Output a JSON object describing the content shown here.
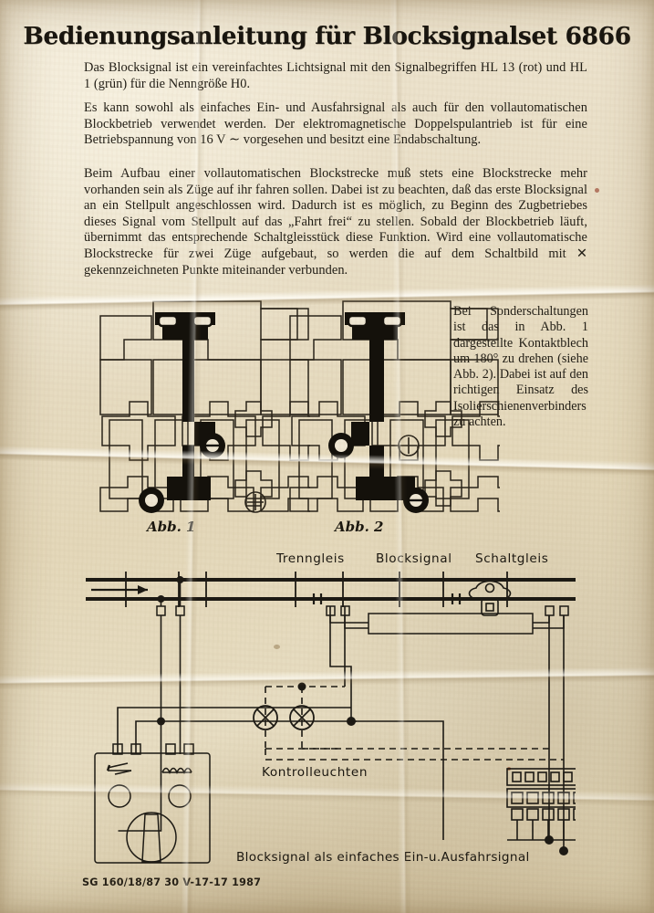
{
  "document": {
    "title": "Bedienungsanleitung für Blocksignalset 6866",
    "imprint": "SG 160/18/87 30 V-17-17 1987"
  },
  "body": {
    "p1": "Das Blocksignal ist ein vereinfachtes Lichtsignal mit den Signalbegriffen HL 13 (rot) und HL 1 (grün) für die Nenngröße H0.",
    "p2": "Es kann sowohl als einfaches Ein- und Ausfahrsignal als auch für den vollautomatischen Blockbetrieb verwendet werden. Der elektromagnetische Doppelspulantrieb ist für eine Betriebspannung von 16 V ∼ vorgesehen und besitzt eine Endabschaltung.",
    "p3": "Beim Aufbau einer vollautomatischen Blockstrecke muß stets eine Blockstrecke mehr vorhanden sein als Züge auf ihr fahren sollen. Dabei ist zu beachten, daß das erste Blocksignal an ein Stellpult angeschlossen wird. Dadurch ist es möglich, zu Beginn des Zugbetriebes dieses Signal vom Stellpult auf das „Fahrt frei“ zu stellen. Sobald der Blockbetrieb läuft, übernimmt das entsprechende Schaltgleisstück diese Funktion. Wird eine vollautomatische Blockstrecke für zwei Züge aufgebaut, so werden die auf dem Schaltbild mit ✕ gekennzeichneten Punkte miteinander verbunden.",
    "side_note": "Bei Sonderschaltungen ist das in Abb. 1 dargestellte Kontaktblech um 180° zu drehen (siehe Abb. 2). Dabei ist auf den richtigen Einsatz des Isolierschienenverbinders zu achten."
  },
  "figures": {
    "caption_1": "Abb. 1",
    "caption_2": "Abb. 2"
  },
  "schematic": {
    "labels": {
      "trenngleis": "Trenngleis",
      "blocksignal": "Blocksignal",
      "schaltgleis": "Schaltgleis",
      "kontrollleuchten": "Kontrolleuchten",
      "caption": "Blocksignal  als einfaches Ein-u.Ausfahrsignal"
    }
  },
  "colors": {
    "ink": "#1d1a14",
    "paper": "#e7ddc2",
    "paper_dark": "#dccfae"
  }
}
